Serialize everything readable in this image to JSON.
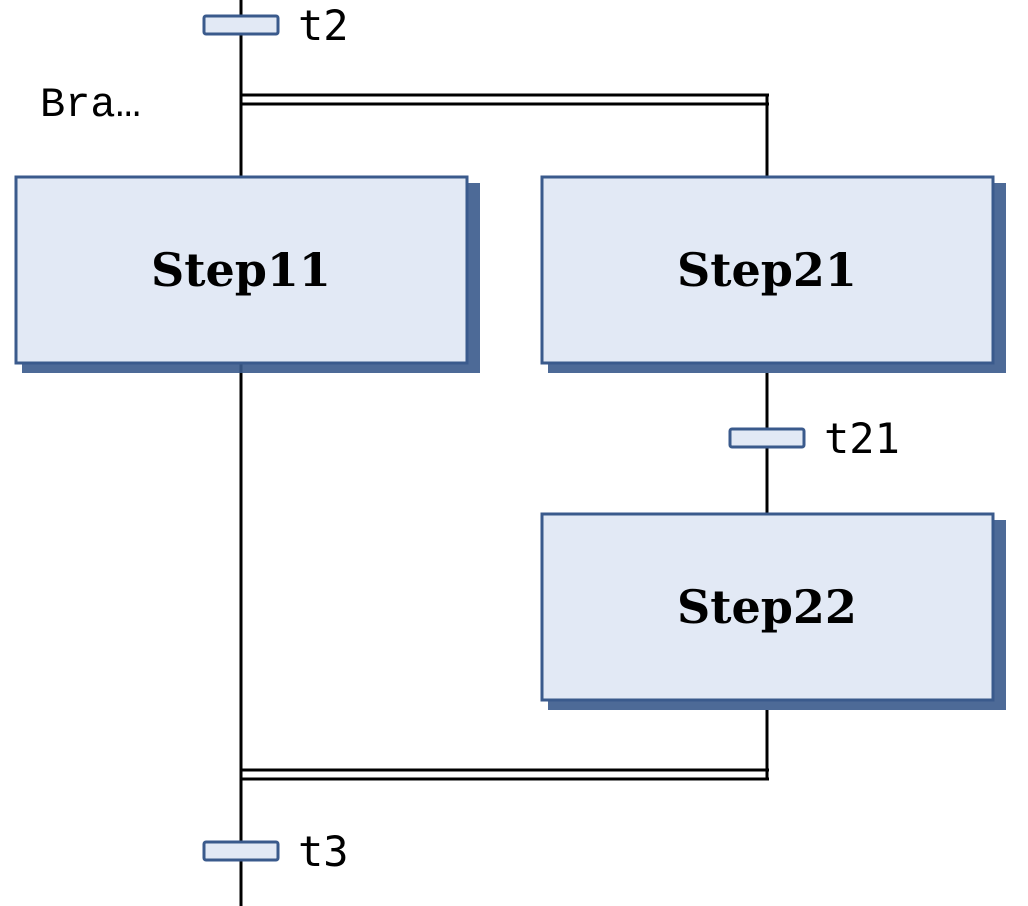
{
  "diagram": {
    "type": "sfc-parallel-branch",
    "colors": {
      "step_fill": "#e2e9f5",
      "step_border": "#3a5a8c",
      "step_shadow": "#3a5a8c",
      "transition_fill": "#e2e9f5",
      "transition_border": "#3a5a8c",
      "line": "#000000"
    },
    "branch": {
      "label": "Bra…"
    },
    "transitions": {
      "top": "t2",
      "t21": "t21",
      "bottom": "t3"
    },
    "steps": {
      "step11": "Step11",
      "step21": "Step21",
      "step22": "Step22"
    }
  }
}
